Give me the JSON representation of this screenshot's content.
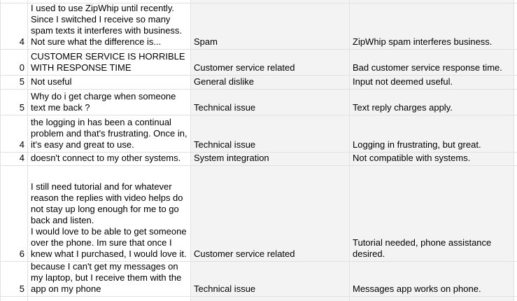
{
  "colors": {
    "cell_fill": "#f3f3f3",
    "gridline": "#e1e1e1",
    "text": "#000000",
    "background": "#ffffff"
  },
  "table": {
    "rows": [
      {
        "score": "4",
        "feedback": "I used to use ZipWhip until recently. Since I switched I receive so many spam texts it interferes with business. Not sure what the difference is...",
        "category": "Spam",
        "summary": "ZipWhip spam interferes business."
      },
      {
        "score": "0",
        "feedback": "CUSTOMER SERVICE IS HORRIBLE WITH RESPONSE TIME",
        "category": "Customer service related",
        "summary": "Bad customer service response time."
      },
      {
        "score": "5",
        "feedback": "Not useful",
        "category": "General dislike",
        "summary": "Input not deemed useful."
      },
      {
        "score": "5",
        "feedback": "Why do i get charge when someone text me back ?",
        "category": "Technical issue",
        "summary": "Text reply charges apply."
      },
      {
        "score": "4",
        "feedback": "the logging in has been a continual problem and that's frustrating. Once in, it's easy and great to use.",
        "category": "Technical issue",
        "summary": "Logging in frustrating, but great."
      },
      {
        "score": "4",
        "feedback": "doesn't connect to my other systems.",
        "category": "System integration",
        "summary": "Not compatible with systems."
      },
      {
        "score": "6",
        "feedback": "I still need tutorial and for whatever reason the replies with video helps do not stay up long enough for me to go back and listen.\nI would love to be able to get someone over the phone. Im sure that once I knew what I purchased, I would love it.",
        "category": "Customer service related",
        "summary": "Tutorial needed, phone assistance desired."
      },
      {
        "score": "5",
        "feedback": "because I can't get my messages on my laptop, but I receive them with the app on my phone",
        "category": "Technical issue",
        "summary": "Messages app works on phone."
      }
    ]
  }
}
